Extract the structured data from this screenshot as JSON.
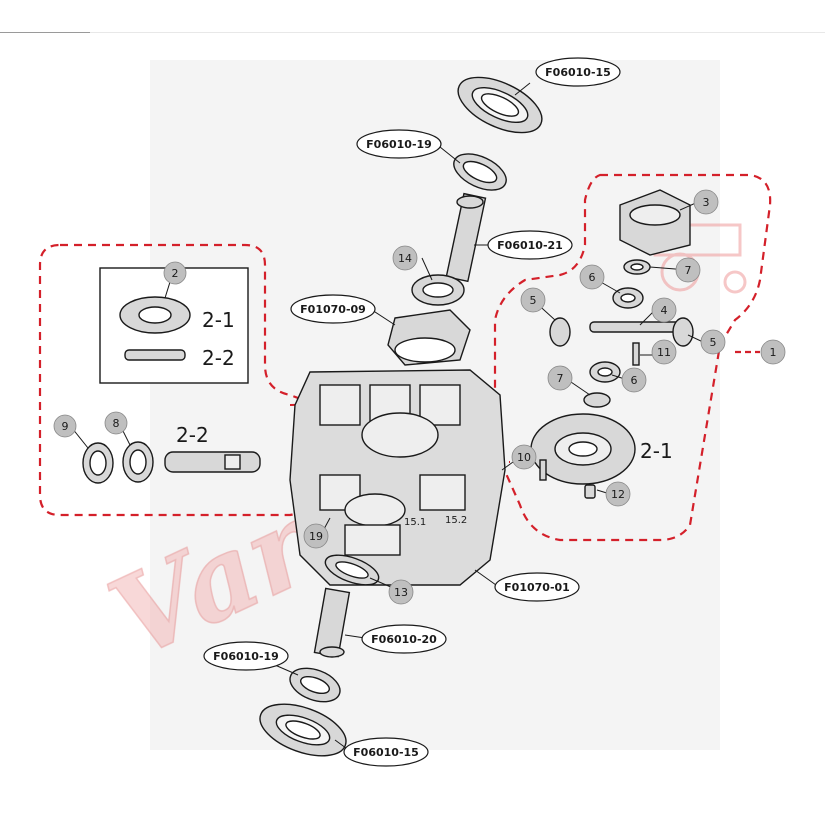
{
  "diagram": {
    "part_labels": {
      "f06010_15_top": "F06010-15",
      "f06010_19_top": "F06010-19",
      "f06010_21": "F06010-21",
      "f01070_09": "F01070-09",
      "f01070_01": "F01070-01",
      "f06010_20": "F06010-20",
      "f06010_19_bottom": "F06010-19",
      "f06010_15_bottom": "F06010-15"
    },
    "numbered_callouts": {
      "n1": "1",
      "n2": "2",
      "n3": "3",
      "n4": "4",
      "n5_left": "5",
      "n5_right": "5",
      "n6_top": "6",
      "n6_bottom": "6",
      "n7_top": "7",
      "n7_bottom": "7",
      "n8": "8",
      "n9": "9",
      "n10": "10",
      "n11": "11",
      "n12": "12",
      "n13": "13",
      "n14": "14",
      "n19": "19"
    },
    "sub_labels": {
      "inset_2_1": "2-1",
      "inset_2_2": "2-2",
      "shaft_2_2": "2-2",
      "gear_2_1": "2-1",
      "ref_15_1": "15.1",
      "ref_15_2": "15.2"
    },
    "watermark_text": "Varna"
  },
  "colors": {
    "line": "#1a1a1a",
    "part_fill": "#d8d8d8",
    "dashed_boundary": "#d4202a",
    "callout_fill": "#bfbfbf",
    "watermark": "#f2b8b8",
    "background_panel": "#f4f4f4"
  }
}
